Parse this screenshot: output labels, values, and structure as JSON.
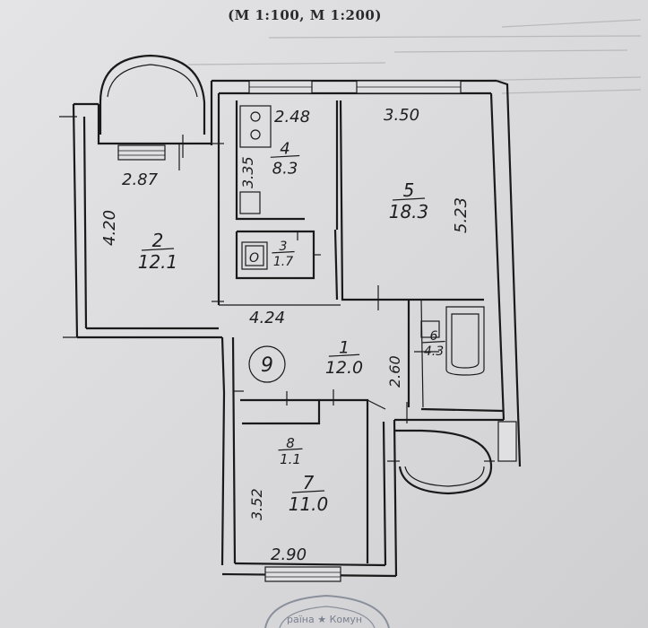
{
  "header": {
    "scale_text": "(M 1:100,  M 1:200)"
  },
  "rooms": [
    {
      "number": "1",
      "area": "12.0"
    },
    {
      "number": "2",
      "area": "12.1"
    },
    {
      "number": "3",
      "area": "1.7"
    },
    {
      "number": "4",
      "area": "8.3"
    },
    {
      "number": "5",
      "area": "18.3"
    },
    {
      "number": "6",
      "area": "4.3"
    },
    {
      "number": "7",
      "area": "11.0"
    },
    {
      "number": "8",
      "area": "1.1"
    },
    {
      "number": "9",
      "area": ""
    }
  ],
  "dimensions": {
    "room2_width": "2.87",
    "room2_length": "4.20",
    "room4_width": "2.48",
    "room4_depth": "3.35",
    "room5_width": "3.50",
    "room5_length": "5.23",
    "corridor_width": "4.24",
    "corridor_depth": "2.60",
    "room7_width": "2.90",
    "room7_length": "3.52"
  },
  "fixture_label": "О",
  "stamp_text": "раїна ★ Комун"
}
